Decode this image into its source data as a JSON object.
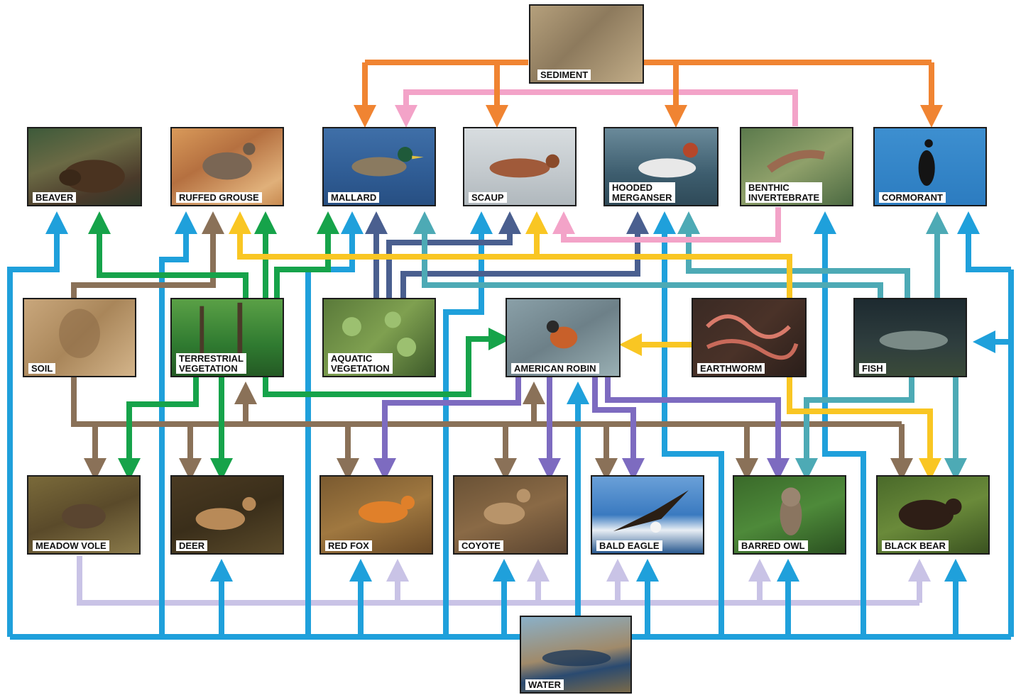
{
  "diagram": {
    "nodes": {
      "sediment": "SEDIMENT",
      "beaver": "BEAVER",
      "ruffed_grouse": "RUFFED GROUSE",
      "mallard": "MALLARD",
      "scaup": "SCAUP",
      "hooded_merganser": "HOODED\nMERGANSER",
      "benthic_invertebrate": "BENTHIC\nINVERTEBRATE",
      "cormorant": "CORMORANT",
      "soil": "SOIL",
      "terrestrial_vegetation": "TERRESTRIAL\nVEGETATION",
      "aquatic_vegetation": "AQUATIC\nVEGETATION",
      "american_robin": "AMERICAN ROBIN",
      "earthworm": "EARTHWORM",
      "fish": "FISH",
      "meadow_vole": "MEADOW VOLE",
      "deer": "DEER",
      "red_fox": "RED FOX",
      "coyote": "COYOTE",
      "bald_eagle": "BALD EAGLE",
      "barred_owl": "BARRED OWL",
      "black_bear": "BLACK BEAR",
      "water": "WATER"
    },
    "colors": {
      "sediment": "#f08432",
      "benthic": "#f3a3c8",
      "water": "#1fa0db",
      "soil": "#8a7158",
      "terrestrial": "#16a34a",
      "aquatic": "#4a5f8f",
      "earthworm": "#f9c623",
      "fish": "#4daab5",
      "robin": "#7d6bc0",
      "meadow_vole": "#c9c3e6"
    }
  }
}
